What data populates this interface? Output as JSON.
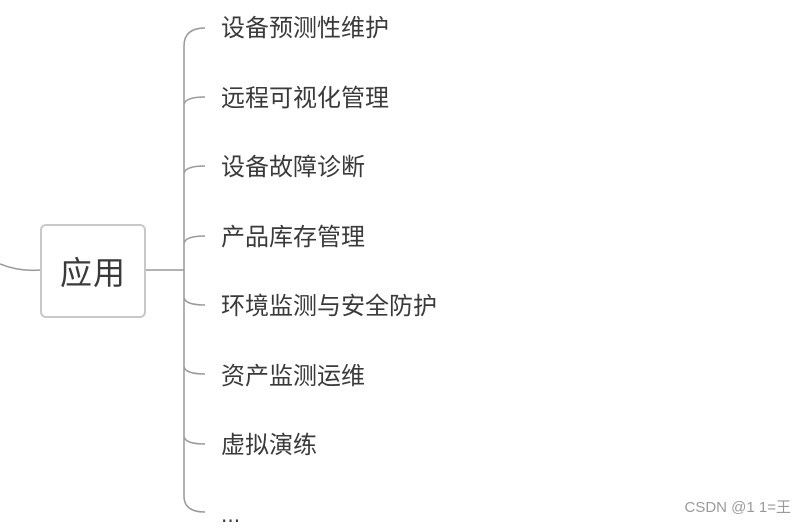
{
  "root": {
    "label": "应用"
  },
  "branches": [
    {
      "label": "设备预测性维护"
    },
    {
      "label": "远程可视化管理"
    },
    {
      "label": "设备故障诊断"
    },
    {
      "label": "产品库存管理"
    },
    {
      "label": "环境监测与安全防护"
    },
    {
      "label": "资产监测运维"
    },
    {
      "label": "虚拟演练"
    },
    {
      "label": "..."
    }
  ],
  "watermark": "CSDN @1 1=王",
  "colors": {
    "line": "#999999",
    "node_border": "#c8c8c8",
    "text": "#3a3a3a",
    "watermark": "#9a9a9a"
  }
}
